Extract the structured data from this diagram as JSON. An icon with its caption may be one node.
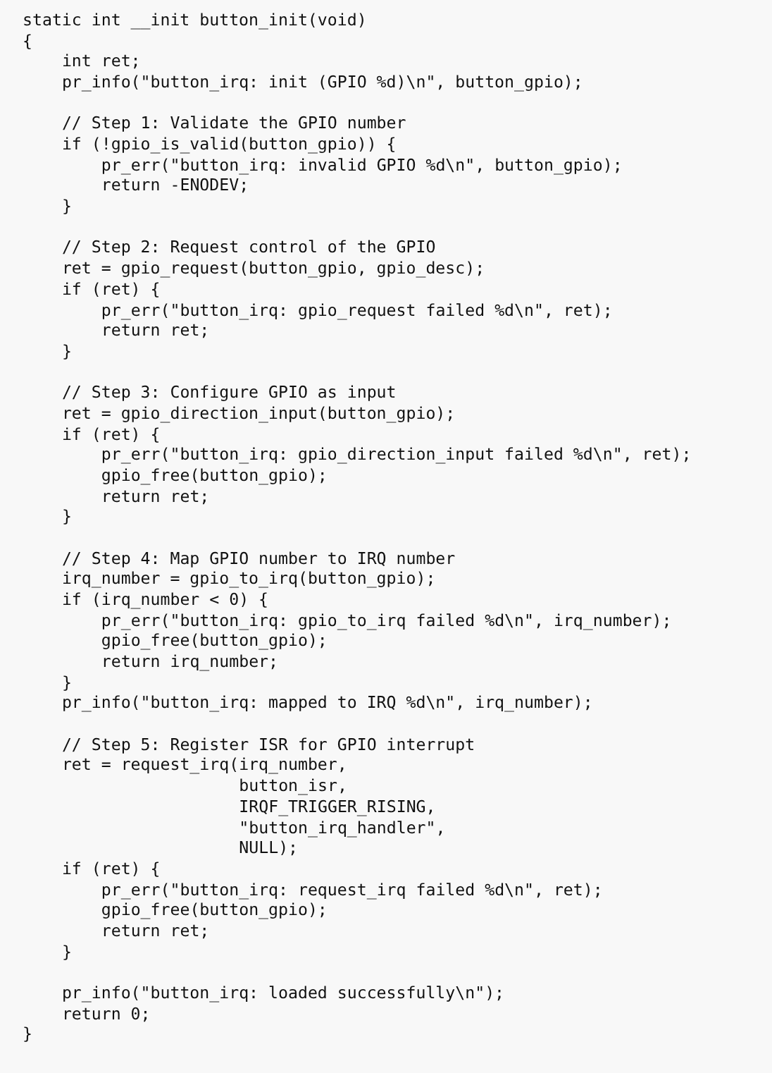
{
  "diagram": {
    "labels": [
      "static int __init button_init(void)",
      "{",
      "int ret;",
      "pr_info(\"button_irq: init (GPIO %d)\\n\", button_gpio);",
      "// Step 1: Validate the GPIO number",
      "if (!gpio_is_valid(button_gpio)) {",
      "pr_err(\"button_irq: invalid GPIO %d\\n\", button_gpio);",
      "return -ENODEV;",
      "}",
      "// Step 2: Request control of the GPIO",
      "ret = gpio_request(button_gpio, gpio_desc);",
      "if (ret) {",
      "pr_err(\"button_irq: gpio_request failed %d\\n\", ret);",
      "return ret;",
      "}",
      "// Step 3: Configure GPIO as input",
      "ret = gpio_direction_input(button_gpio);",
      "if (ret) {",
      "pr_err(\"button_irq: gpio_direction_input failed %d\\n\", ret);",
      "gpio_free(button_gpio);",
      "return ret;",
      "}",
      "// Step 4: Map GPIO number to IRQ number",
      "irq_number = gpio_to_irq(button_gpio);",
      "if (irq_number < 0) {",
      "pr_err(\"button_irq: gpio_to_irq failed %d\\n\", irq_number);",
      "gpio_free(button_gpio);",
      "return irq_number;",
      "}",
      "pr_info(\"button_irq: mapped to IRQ %d\\n\", irq_number);",
      "// Step 5: Register ISR for GPIO interrupt",
      "ret = request_irq(irq_number,",
      "button_isr,",
      "IRQF_TRIGGER_RISING,",
      "\"button_irq_handler\",",
      "NULL);",
      "if (ret) {",
      "pr_err(\"button_irq: request_irq failed %d\\n\", ret);",
      "gpio_free(button_gpio);",
      "return ret;",
      "}",
      "pr_info(\"button_irq: loaded successfully\\n\");",
      "return 0;",
      "}"
    ]
  }
}
